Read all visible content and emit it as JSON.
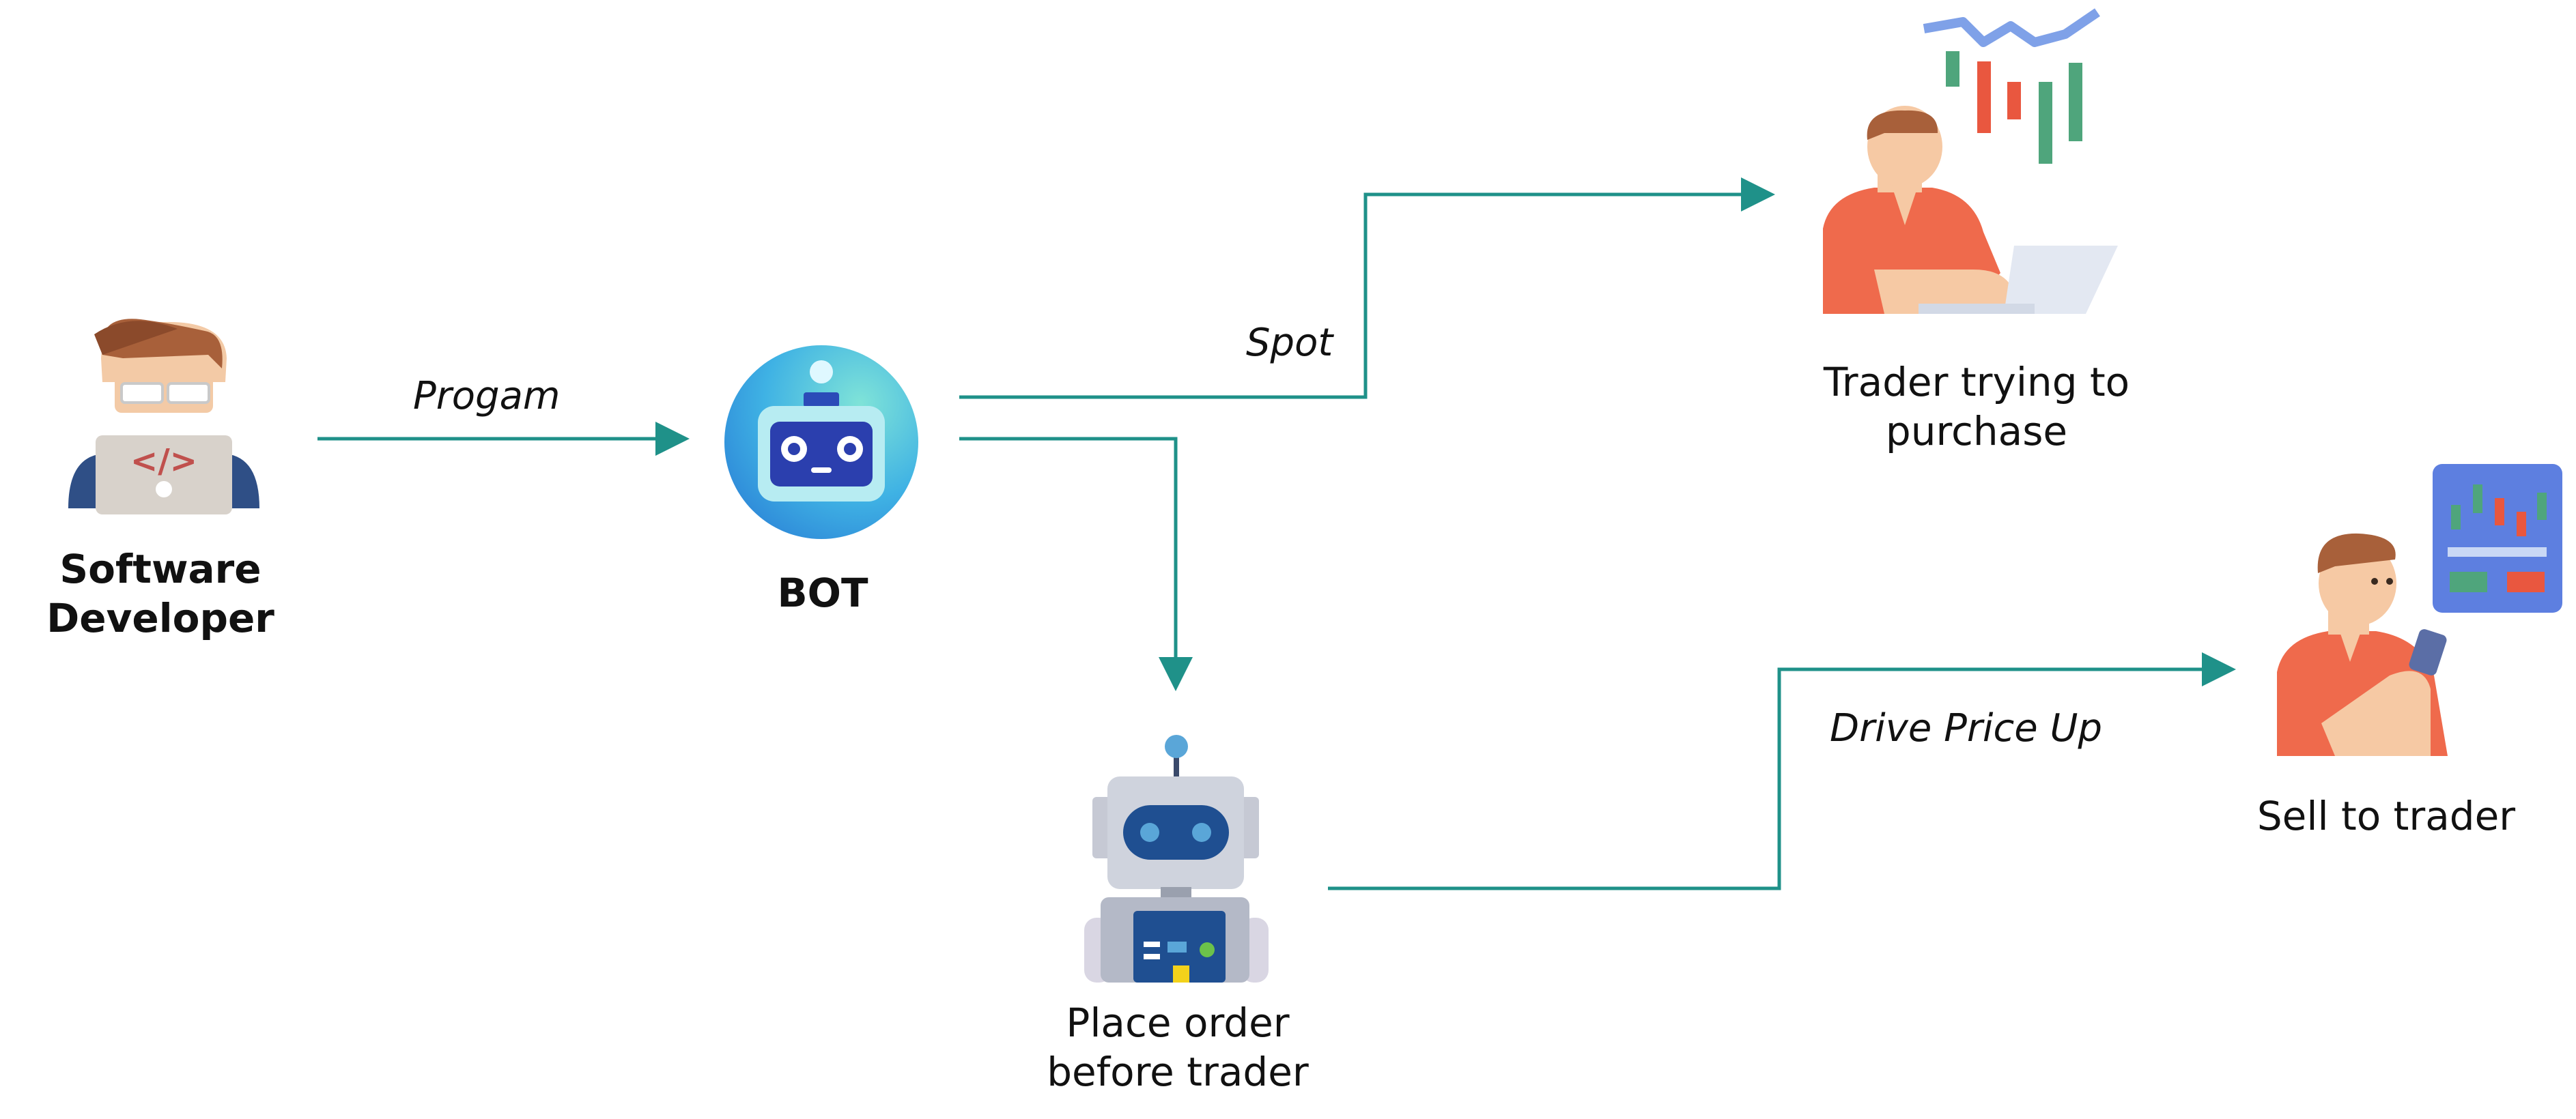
{
  "nodes": {
    "developer": {
      "label": "Software Developer"
    },
    "bot": {
      "label": "BOT"
    },
    "trader": {
      "label": "Trader trying to purchase"
    },
    "robot": {
      "label": "Place order before trader"
    },
    "seller": {
      "label": "Sell to trader"
    }
  },
  "edges": {
    "program": {
      "label": "Progam"
    },
    "spot": {
      "label": "Spot"
    },
    "drive": {
      "label": "Drive Price Up"
    },
    "place": {
      "label": ""
    }
  },
  "colors": {
    "arrow": "#1f9189",
    "shirt": "#ef6a4c",
    "hair": "#a8603a",
    "skin": "#f6c9a4",
    "bot_circle": "#3fa9e0",
    "panel": "#5d7fe0",
    "candle_green": "#4fa57c",
    "candle_red": "#e9573f"
  }
}
